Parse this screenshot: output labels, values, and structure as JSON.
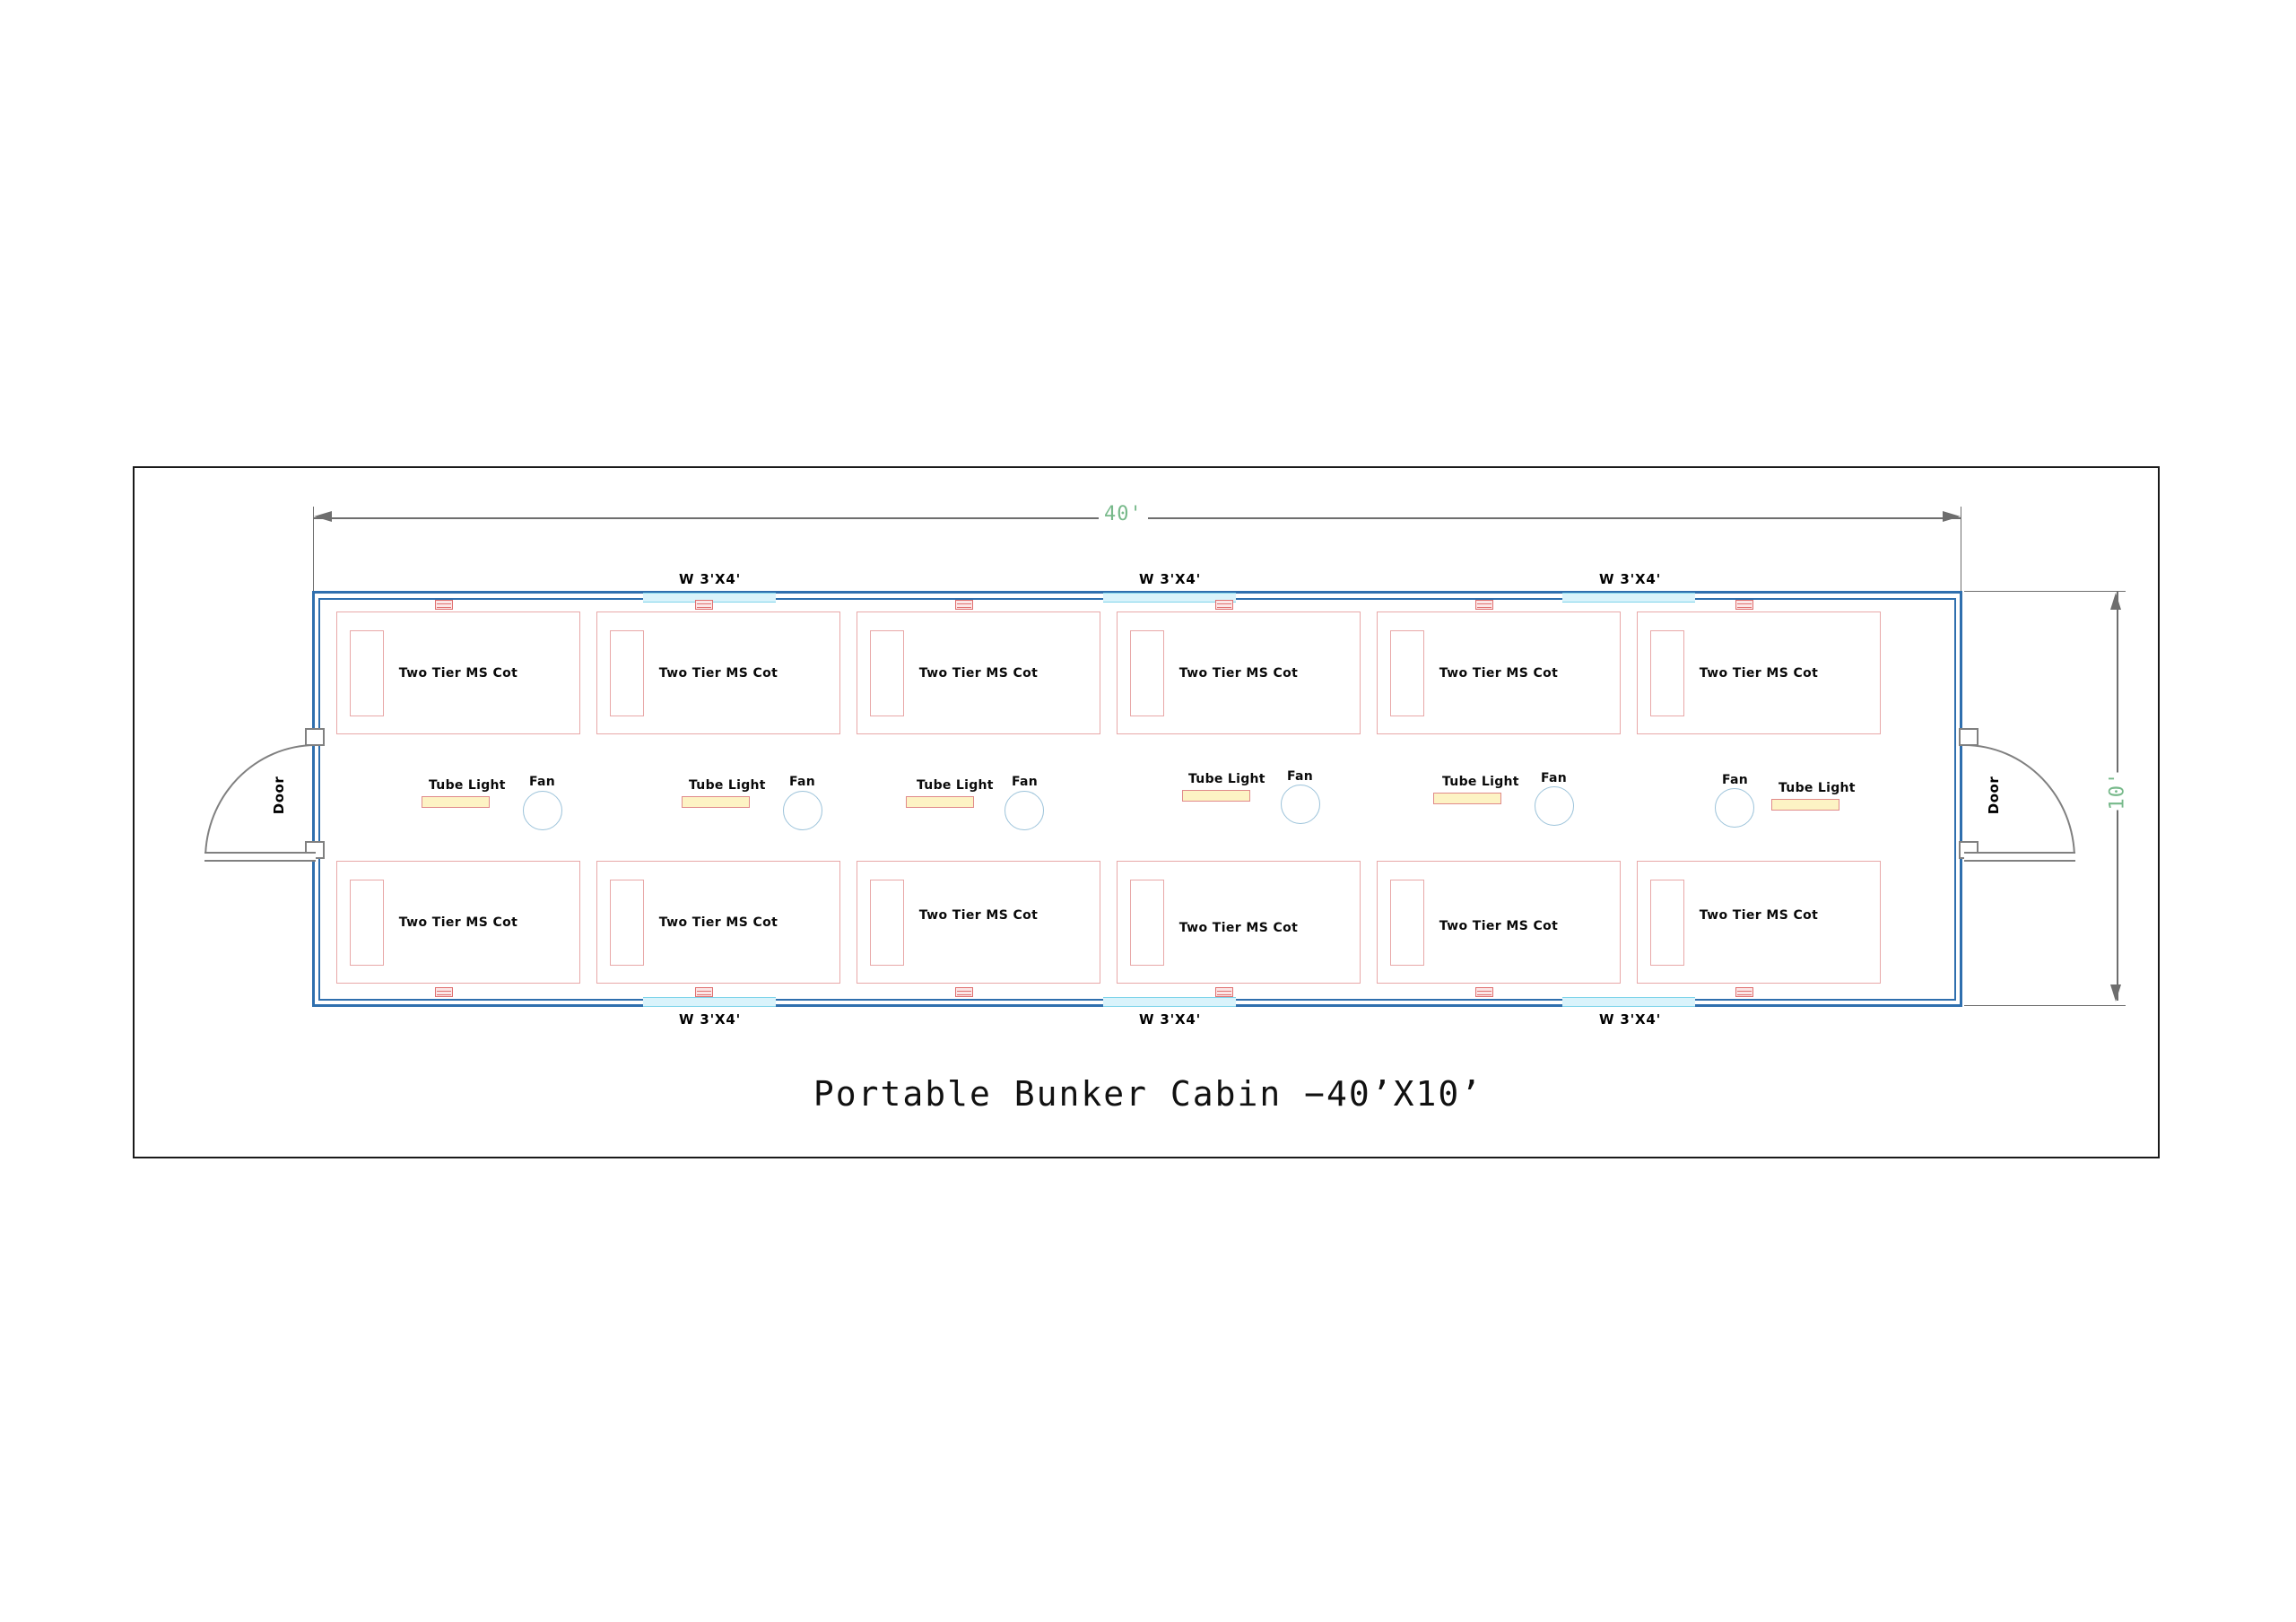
{
  "drawing": {
    "title": "Portable  Bunker  Cabin  −40’X10’",
    "dimension_horizontal": "40'",
    "dimension_vertical": "10'",
    "accent_wall_color": "#2f6fae",
    "furniture_color": "#e8a8a8",
    "window_color": "#7fd4ea",
    "dimension_text_color": "#77b98a",
    "tube_light_color": "#fdf3c4"
  },
  "labels": {
    "cot": "Two Tier MS Cot",
    "tube_light": "Tube Light",
    "fan": "Fan",
    "door": "Door",
    "window": "W 3'X4'"
  },
  "cots_top": [
    {
      "label": "Two Tier MS Cot"
    },
    {
      "label": "Two Tier MS Cot"
    },
    {
      "label": "Two Tier MS Cot"
    },
    {
      "label": "Two Tier MS Cot"
    },
    {
      "label": "Two Tier MS Cot"
    },
    {
      "label": "Two Tier MS Cot"
    }
  ],
  "cots_bottom": [
    {
      "label": "Two Tier MS Cot"
    },
    {
      "label": "Two Tier MS Cot"
    },
    {
      "label": "Two Tier MS Cot"
    },
    {
      "label": "Two Tier MS Cot"
    },
    {
      "label": "Two Tier MS Cot"
    },
    {
      "label": "Two Tier MS Cot"
    }
  ],
  "fixtures": [
    {
      "tube_label": "Tube Light",
      "fan_label": "Fan",
      "order": "tube-first"
    },
    {
      "tube_label": "Tube Light",
      "fan_label": "Fan",
      "order": "tube-first"
    },
    {
      "tube_label": "Tube Light",
      "fan_label": "Fan",
      "order": "tube-first"
    },
    {
      "tube_label": "Tube Light",
      "fan_label": "Fan",
      "order": "tube-first"
    },
    {
      "tube_label": "Tube Light",
      "fan_label": "Fan",
      "order": "tube-first"
    },
    {
      "tube_label": "Tube Light",
      "fan_label": "Fan",
      "order": "fan-first"
    }
  ],
  "windows_top": [
    {
      "label": "W 3'X4'"
    },
    {
      "label": "W 3'X4'"
    },
    {
      "label": "W 3'X4'"
    }
  ],
  "windows_bottom": [
    {
      "label": "W 3'X4'"
    },
    {
      "label": "W 3'X4'"
    },
    {
      "label": "W 3'X4'"
    }
  ],
  "doors": [
    {
      "label": "Door",
      "side": "left"
    },
    {
      "label": "Door",
      "side": "right"
    }
  ]
}
